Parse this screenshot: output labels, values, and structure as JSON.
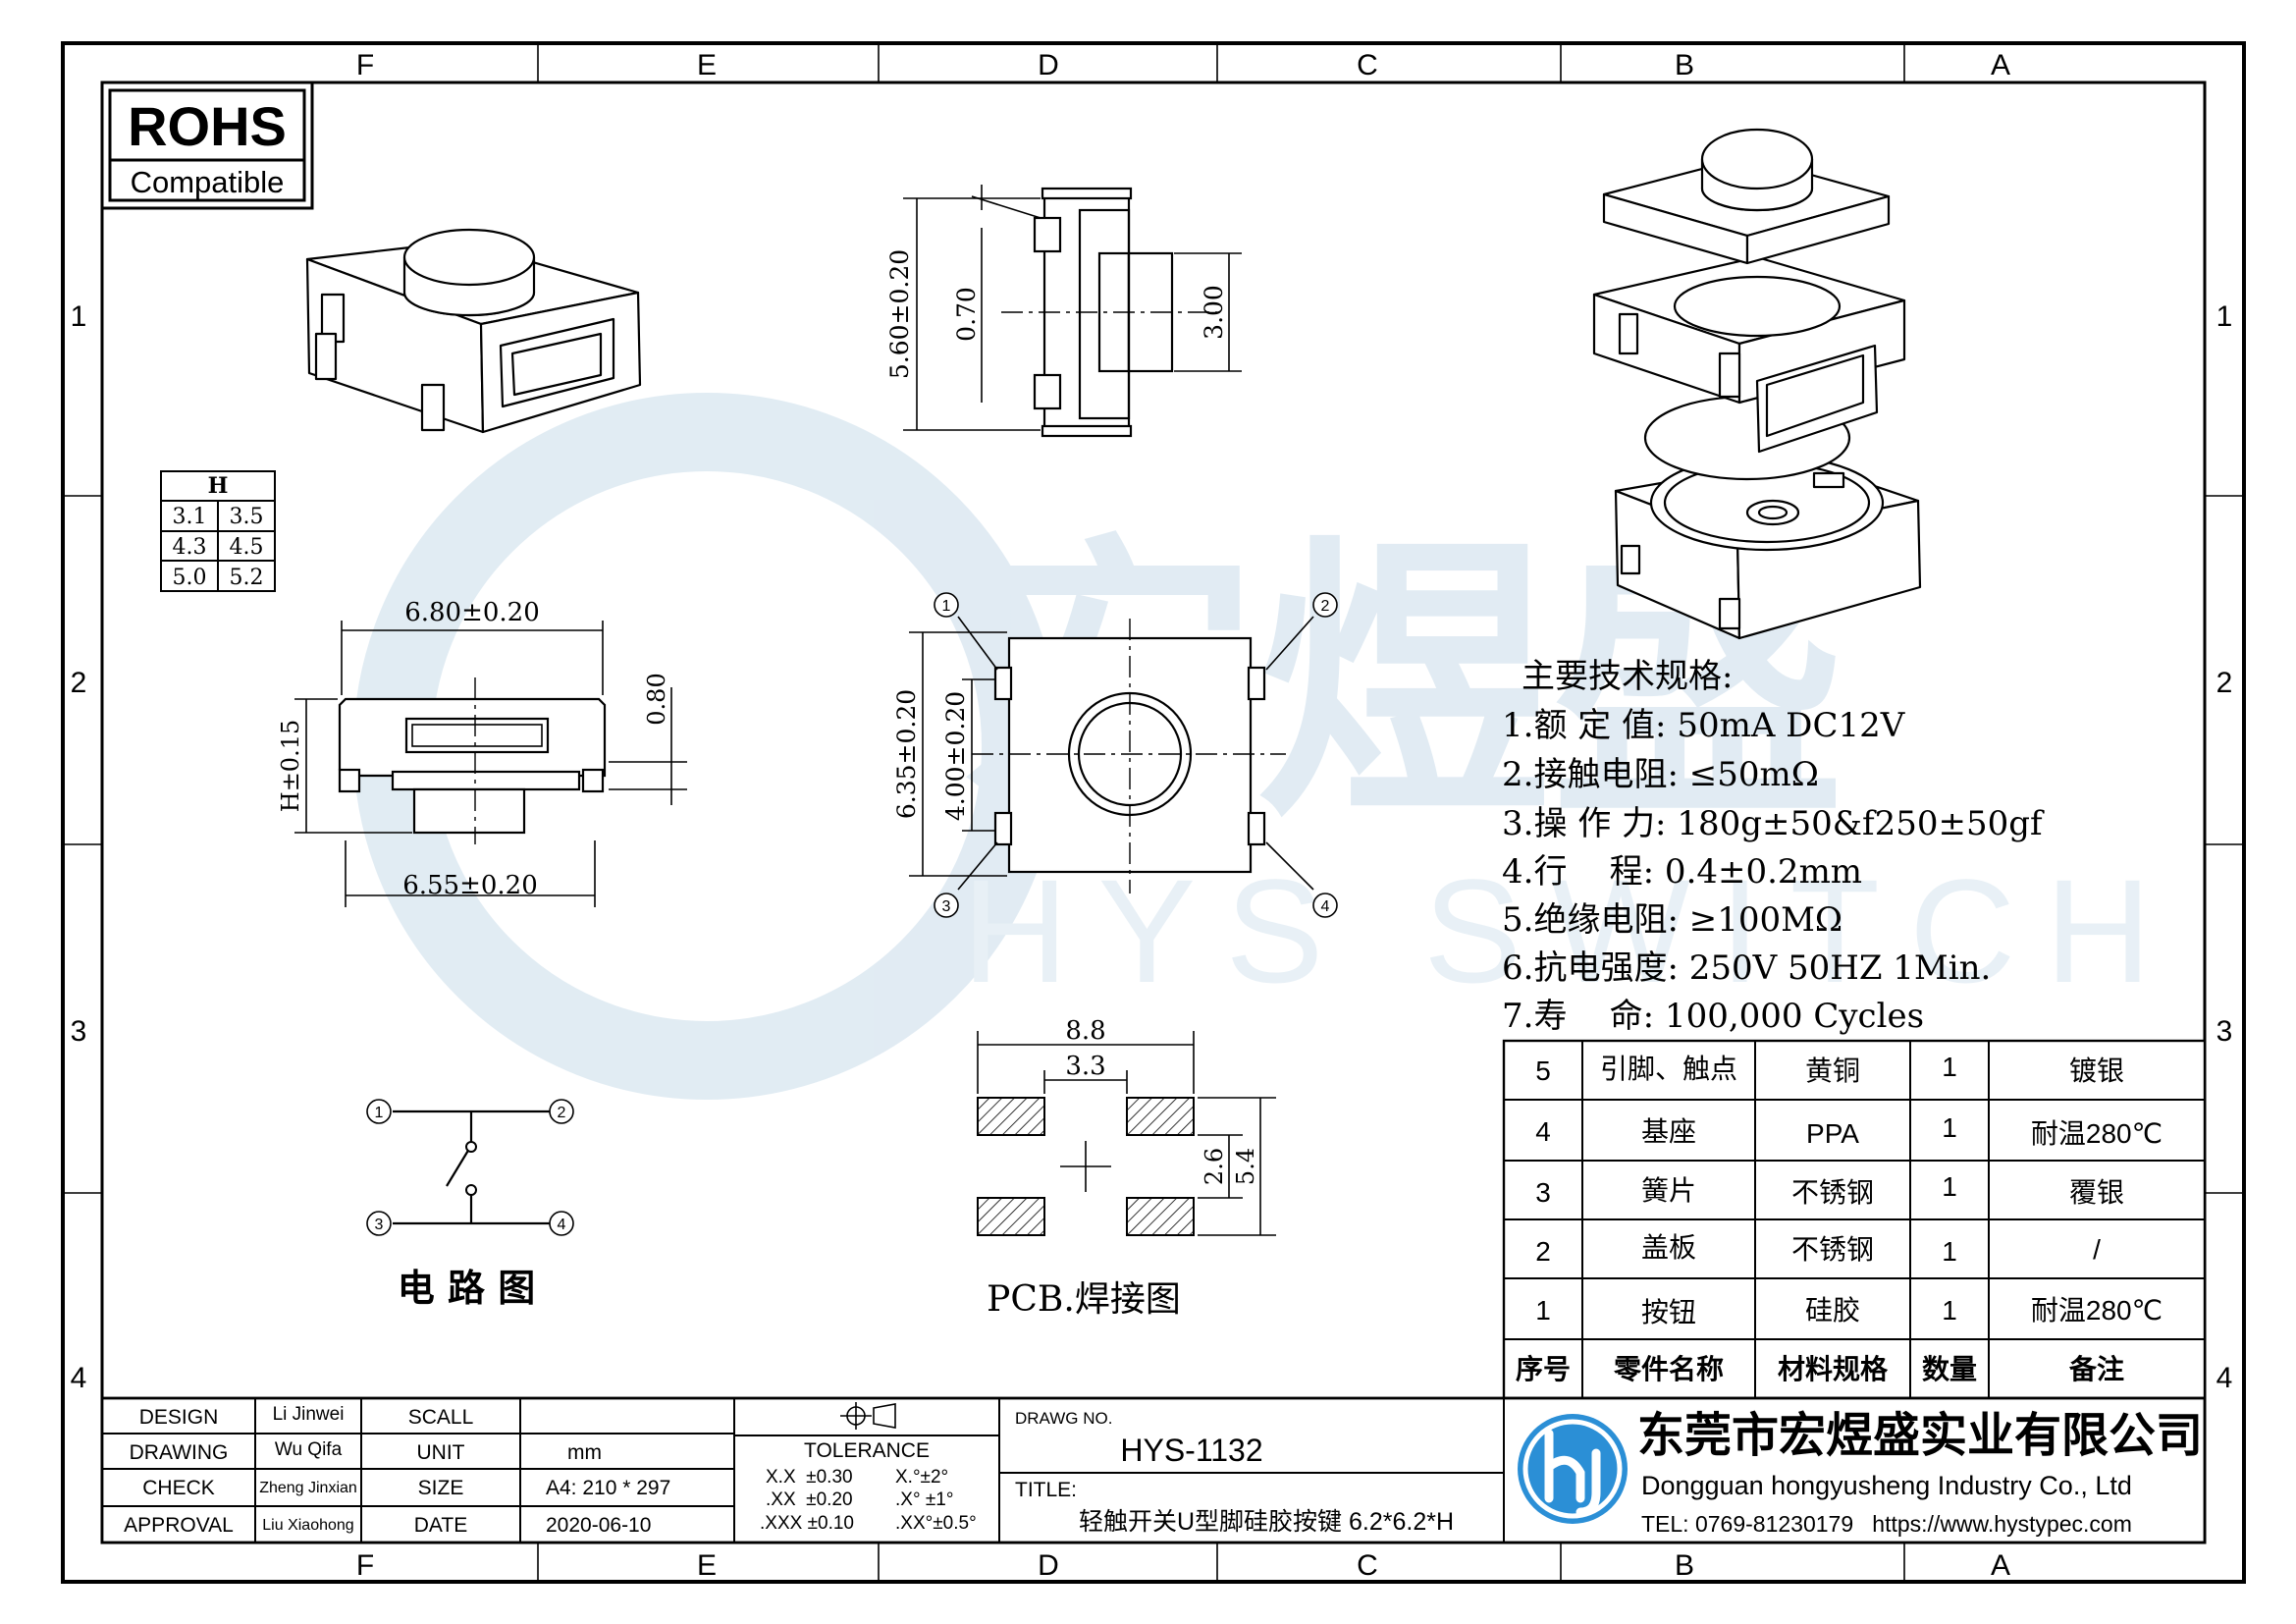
{
  "frame": {
    "column_labels": [
      "F",
      "E",
      "D",
      "C",
      "B",
      "A"
    ],
    "row_labels": [
      "1",
      "2",
      "3",
      "4"
    ]
  },
  "badge": {
    "line1": "ROHS",
    "line2": "Compatible"
  },
  "watermark": {
    "text_cn": "宏煜盛",
    "text_en": "HYS SWITCH",
    "color": "#c9dcea"
  },
  "height_table": {
    "header": "H",
    "rows": [
      [
        "3.1",
        "3.5"
      ],
      [
        "4.3",
        "4.5"
      ],
      [
        "5.0",
        "5.2"
      ]
    ]
  },
  "top_view": {
    "dim_height": "5.60±0.20",
    "dim_mid": "0.70",
    "dim_right": "3.00"
  },
  "side_view": {
    "dim_top": "6.80±0.20",
    "dim_bottom": "6.55±0.20",
    "dim_left": "H±0.15",
    "dim_right": "0.80"
  },
  "front_view": {
    "dim_outer": "6.35±0.20",
    "dim_inner": "4.00±0.20",
    "pins": [
      "1",
      "2",
      "3",
      "4"
    ]
  },
  "pcb": {
    "dim_width": "8.8",
    "dim_gap": "3.3",
    "dim_inner_h": "2.6",
    "dim_outer_h": "5.4",
    "caption": "PCB.焊接图"
  },
  "circuit": {
    "caption": "电 路 图",
    "pins": [
      "1",
      "2",
      "3",
      "4"
    ]
  },
  "specs": {
    "title": "主要技术规格:",
    "items": [
      "1.额 定 值: 50mA DC12V",
      "2.接触电阻: ≤50mΩ",
      "3.操 作 力: 180g±50&f250±50gf",
      "4.行    程: 0.4±0.2mm",
      "5.绝缘电阻: ≥100MΩ",
      "6.抗电强度: 250V 50HZ 1Min.",
      "7.寿    命: 100,000 Cycles"
    ]
  },
  "bom": {
    "headers": [
      "序号",
      "零件名称",
      "材料规格",
      "数量",
      "备注"
    ],
    "rows": [
      [
        "5",
        "引脚、触点",
        "黄铜",
        "1",
        "镀银"
      ],
      [
        "4",
        "基座",
        "PPA",
        "1",
        "耐温280℃"
      ],
      [
        "3",
        "簧片",
        "不锈钢",
        "1",
        "覆银"
      ],
      [
        "2",
        "盖板",
        "不锈钢",
        "1",
        "/"
      ],
      [
        "1",
        "按钮",
        "硅胶",
        "1",
        "耐温280℃"
      ]
    ]
  },
  "title_block": {
    "labels": [
      "DESIGN",
      "DRAWING",
      "CHECK",
      "APPROVAL"
    ],
    "names": [
      "Li Jinwei",
      "Wu Qifa",
      "Zheng Jinxian",
      "Liu Xiaohong"
    ],
    "col2_labels": [
      "SCALL",
      "UNIT",
      "SIZE",
      "DATE"
    ],
    "col2_values": [
      "",
      "mm",
      "A4: 210 * 297",
      "2020-06-10"
    ],
    "tolerance_title": "TOLERANCE",
    "tolerance_rows": [
      [
        "X.X  ±0.30",
        "X.°±2°"
      ],
      [
        ".XX  ±0.20",
        ".X° ±1°"
      ],
      [
        ".XXX ±0.10",
        ".XX°±0.5°"
      ]
    ],
    "drawing_no_label": "DRAWG NO.",
    "drawing_no": "HYS-1132",
    "title_label": "TITLE:",
    "title": "轻触开关U型脚硅胶按键 6.2*6.2*H"
  },
  "company": {
    "name_cn": "东莞市宏煜盛实业有限公司",
    "name_en": "Dongguan hongyusheng Industry Co., Ltd",
    "contact": "TEL: 0769-81230179   https://www.hystypec.com",
    "logo_color": "#2b8fd6"
  }
}
